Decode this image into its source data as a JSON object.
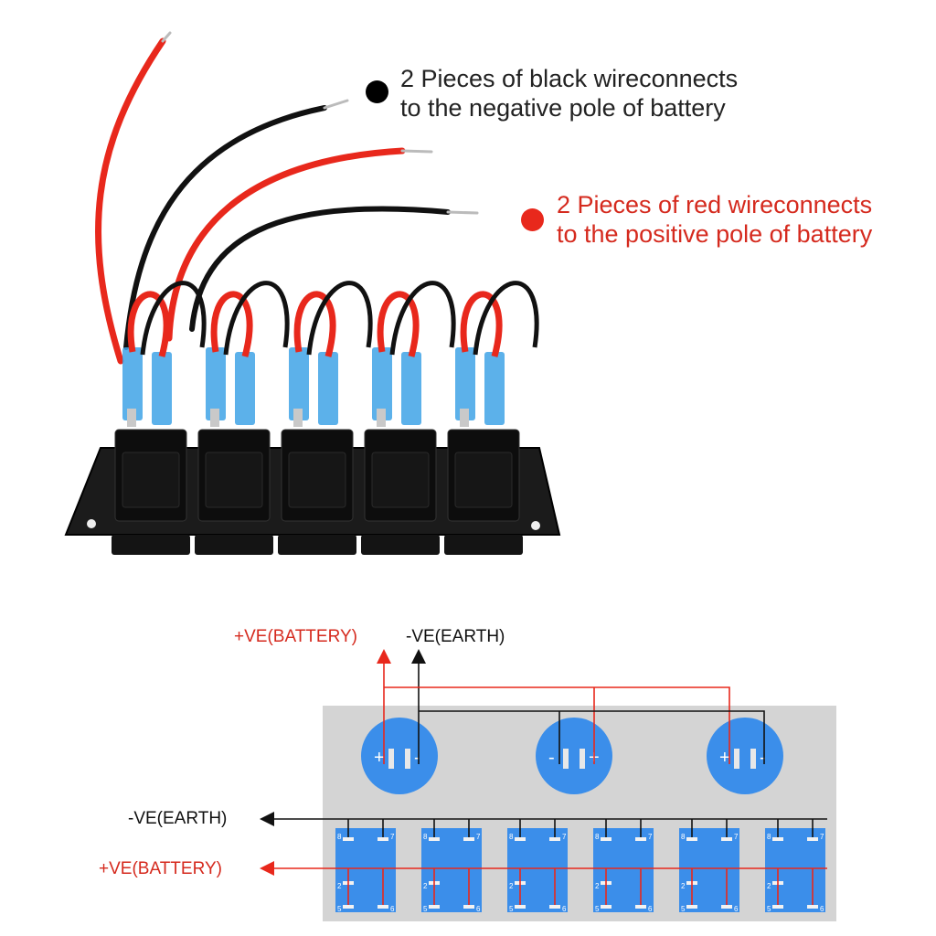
{
  "colors": {
    "red_wire": "#e8281c",
    "black_wire": "#111111",
    "terminal_blue": "#3fa3e6",
    "panel_gray": "#d4d4d4",
    "socket_blue": "#3b8eea",
    "text_red": "#d52a1e"
  },
  "annotations": {
    "black_wire_note": {
      "line1": "2 Pieces of black wireconnects",
      "line2": "to the negative pole of battery",
      "dot_color": "#000000"
    },
    "red_wire_note": {
      "line1": "2 Pieces of red wireconnects",
      "line2": "to the positive pole of battery",
      "dot_color": "#e8281c"
    }
  },
  "photo": {
    "switch_count": 5
  },
  "diagram": {
    "top_labels": {
      "positive": "+VE(BATTERY)",
      "negative": "-VE(EARTH)"
    },
    "left_labels": {
      "negative": "-VE(EARTH)",
      "positive": "+VE(BATTERY)"
    },
    "sockets": [
      {
        "left_sign": "+",
        "right_sign": "-"
      },
      {
        "left_sign": "-",
        "right_sign": "+"
      },
      {
        "left_sign": "+",
        "right_sign": "-"
      }
    ],
    "switch_pins": {
      "top_left": "8",
      "top_right": "7",
      "mid_left": "2",
      "bottom_left": "5",
      "bottom_right": "6"
    },
    "switch_count": 6
  }
}
